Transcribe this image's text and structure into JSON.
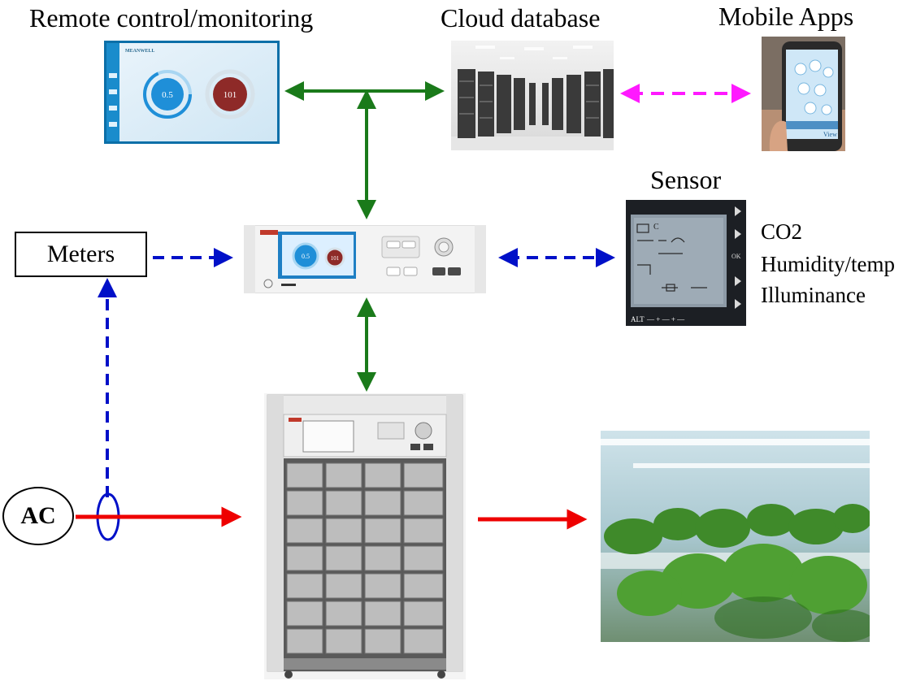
{
  "labels": {
    "remote": "Remote control/monitoring",
    "cloud": "Cloud database",
    "mobile": "Mobile Apps",
    "sensor": "Sensor",
    "meters": "Meters",
    "ac": "AC",
    "co2": "CO2",
    "humidity": "Humidity/temp",
    "illuminance": "Illuminance"
  },
  "remote_screen": {
    "brand": "MEANWELL",
    "value_left": "0.5",
    "value_right": "101"
  },
  "controller_screen": {
    "value_left": "0.5",
    "value_right": "101"
  },
  "sensor_screen": {
    "mode": "C",
    "bottom_left": "ALT",
    "bottom_keys": "—  +  —  +  —"
  },
  "mobile_screen": {
    "label": "View"
  },
  "colors": {
    "green": "#1a7a1a",
    "blue": "#0010c8",
    "magenta": "#ff19ff",
    "red": "#ee0000",
    "black": "#000000"
  }
}
